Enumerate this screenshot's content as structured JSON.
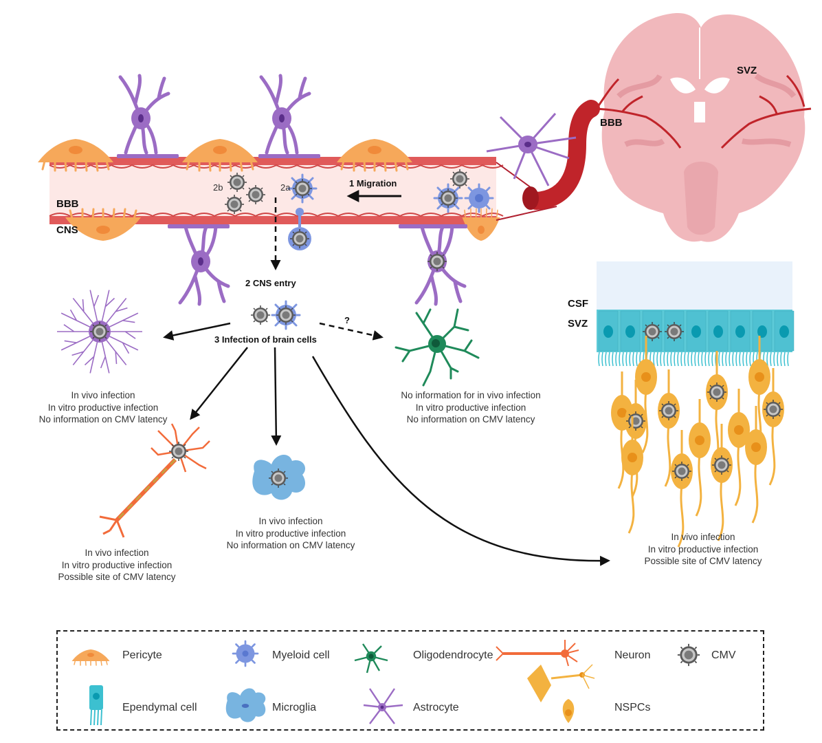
{
  "figure": {
    "regions": {
      "bbb_vessel_label": "BBB",
      "cns_label": "CNS",
      "brain_svz_label": "SVZ",
      "brain_bbb_label": "BBB",
      "csf_label": "CSF",
      "svz_label": "SVZ"
    },
    "steps": {
      "migration": "1 Migration",
      "step_2a": "2a",
      "step_2b": "2b",
      "cns_entry": "2 CNS entry",
      "infection": "3 Infection of brain cells",
      "unknown_marker": "?"
    },
    "cell_findings": [
      {
        "cell": "Astrocyte",
        "lines": [
          "In vivo infection",
          "In vitro productive infection",
          "No information on CMV latency"
        ]
      },
      {
        "cell": "Oligodendrocyte",
        "lines": [
          "No information for in vivo infection",
          "In vitro productive infection",
          "No information on CMV latency"
        ]
      },
      {
        "cell": "Neuron",
        "lines": [
          "In vivo infection",
          "In vitro productive infection",
          "Possible site of CMV latency"
        ]
      },
      {
        "cell": "Microglia",
        "lines": [
          "In vivo infection",
          "In vitro productive infection",
          "No information on CMV latency"
        ]
      },
      {
        "cell": "NSPCs",
        "lines": [
          "In vivo infection",
          "In vitro productive infection",
          "Possible site of CMV latency"
        ]
      }
    ],
    "legend": [
      {
        "label": "Pericyte",
        "color": "#f6a85a"
      },
      {
        "label": "Myeloid cell",
        "color": "#7d96e0"
      },
      {
        "label": "Oligodendrocyte",
        "color": "#1f8a5a"
      },
      {
        "label": "Neuron",
        "color": "#f26b3a"
      },
      {
        "label": "CMV",
        "color": "#8a8a8a"
      },
      {
        "label": "Ependymal cell",
        "color": "#3cc0d0"
      },
      {
        "label": "Microglia",
        "color": "#78b4e0"
      },
      {
        "label": "Astrocyte",
        "color": "#9b6cc4"
      },
      {
        "label": "NSPCs",
        "color": "#f3b240"
      }
    ],
    "colors": {
      "vessel_wall": "#e05a5a",
      "vessel_lumen": "#fde8e6",
      "brain": "#f1b8bc",
      "brain_dark": "#e49ba2",
      "artery": "#c0242a",
      "csf": "#e9f2fb",
      "arrow": "#111111"
    }
  }
}
